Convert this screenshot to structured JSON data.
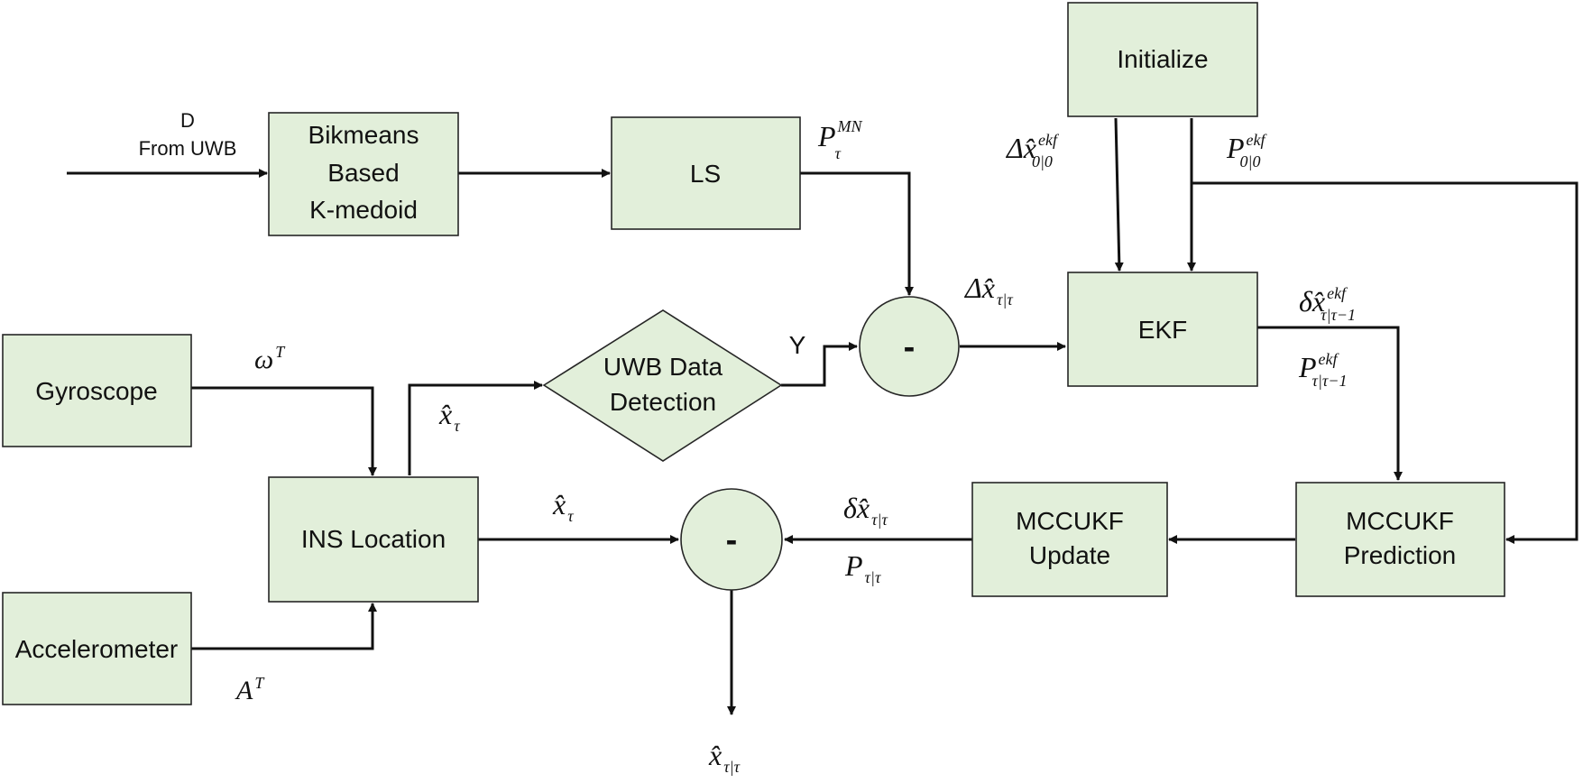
{
  "blocks": {
    "bikmeans": [
      "Bikmeans",
      "Based",
      "K-medoid"
    ],
    "ls": "LS",
    "initialize": "Initialize",
    "ekf": "EKF",
    "gyroscope": "Gyroscope",
    "uwb_detection": [
      "UWB Data",
      "Detection"
    ],
    "ins_location": "INS Location",
    "accelerometer": "Accelerometer",
    "mccukf_update": [
      "MCCUKF",
      "Update"
    ],
    "mccukf_prediction": [
      "MCCUKF",
      "Prediction"
    ],
    "subtract_symbol": "-"
  },
  "signals": {
    "uwb_input": [
      "D",
      "From UWB"
    ],
    "p_mn": {
      "base": "P",
      "sup": "MN",
      "sub": "τ"
    },
    "delta_x0": {
      "base": "Δx̂",
      "sup": "ekf",
      "sub": "0|0"
    },
    "p0": {
      "base": "P",
      "sup": "ekf",
      "sub": "0|0"
    },
    "delta_x_tt": {
      "base": "Δx̂",
      "sub": "τ|τ"
    },
    "delta_x_ekf_pred": {
      "base": "δx̂",
      "sup": "ekf",
      "sub": "τ|τ−1"
    },
    "p_ekf_pred": {
      "base": "P",
      "sup": "ekf",
      "sub": "τ|τ−1"
    },
    "omega": {
      "base": "ω",
      "sup": "T"
    },
    "y": "Y",
    "x_hat_upper": {
      "base": "x̂",
      "sub": "τ"
    },
    "x_hat_lower": {
      "base": "x̂",
      "sub": "τ"
    },
    "delta_x_update": {
      "base": "δx̂",
      "sub": "τ|τ"
    },
    "p_update": {
      "base": "P",
      "sub": "τ|τ"
    },
    "accel": {
      "base": "A",
      "sup": "T"
    },
    "output": {
      "base": "x̂",
      "sub": "τ|τ"
    }
  }
}
